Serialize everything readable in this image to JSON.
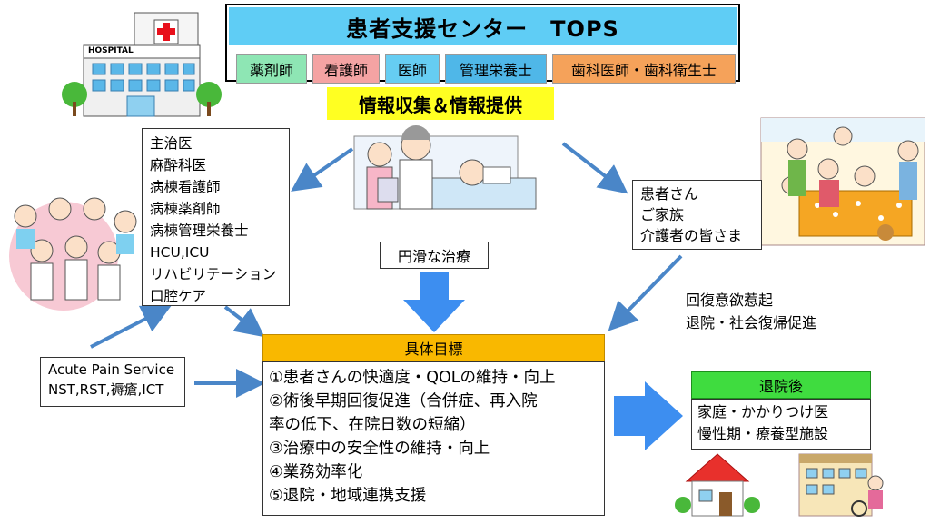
{
  "center": {
    "title": "患者支援センター　TOPS"
  },
  "roles": [
    {
      "label": "薬剤師",
      "color": "#8ee6b4"
    },
    {
      "label": "看護師",
      "color": "#f4a3a3"
    },
    {
      "label": "医師",
      "color": "#66cdf2"
    },
    {
      "label": "管理栄養士",
      "color": "#4fb7e8"
    },
    {
      "label": "歯科医師・歯科衛生士",
      "color": "#f5a25a"
    }
  ],
  "info_banner": "情報収集＆情報提供",
  "hospital_sign": "HOSPITAL",
  "staff_list": [
    "主治医",
    "麻酔科医",
    "病棟看護師",
    "病棟薬剤師",
    "病棟管理栄養士",
    "HCU,ICU",
    "リハビリテーション",
    "口腔ケア"
  ],
  "team_list": [
    "Acute Pain Service",
    "NST,RST,褥瘡,ICT"
  ],
  "smooth_care": "円滑な治療",
  "family_list": [
    "患者さん",
    "ご家族",
    "介護者の皆さま"
  ],
  "recovery_notes": [
    "回復意欲惹起",
    "退院・社会復帰促進"
  ],
  "goals": {
    "heading": "具体目標",
    "items": [
      "①患者さんの快適度・QOLの維持・向上",
      "②術後早期回復促進（合併症、再入院",
      "率の低下、在院日数の短縮）",
      "③治療中の安全性の維持・向上",
      "④業務効率化",
      "⑤退院・地域連携支援"
    ]
  },
  "after_discharge": {
    "heading": "退院後",
    "items": [
      "家庭・かかりつけ医",
      "慢性期・療養型施設"
    ]
  },
  "colors": {
    "arrow": "#4a86c8",
    "big_arrow": "#3d8ef0"
  }
}
